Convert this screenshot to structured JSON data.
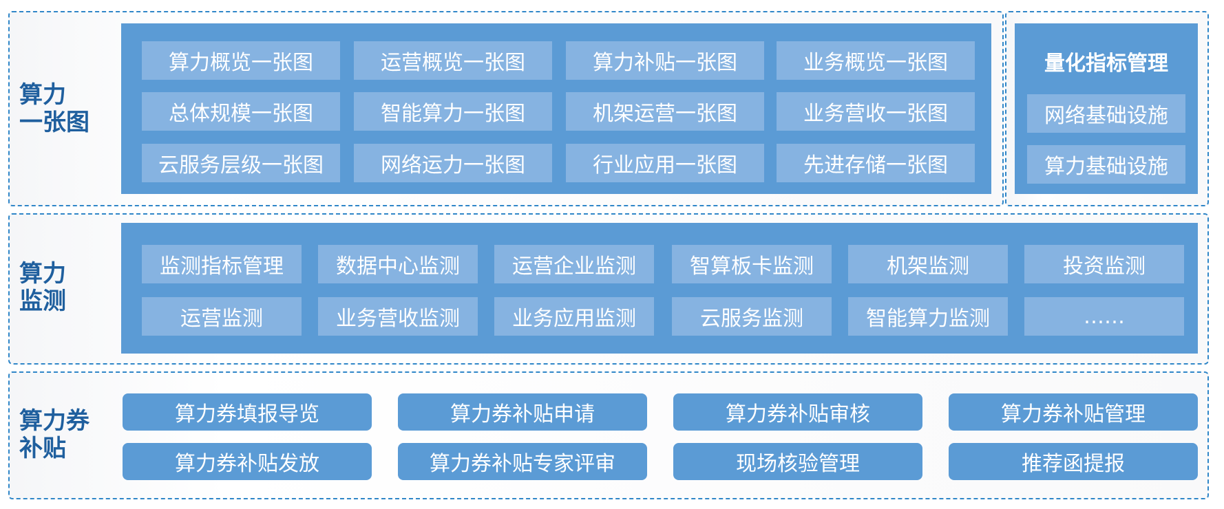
{
  "section1": {
    "title": "算力\n一张图",
    "grid": [
      [
        "算力概览一张图",
        "运营概览一张图",
        "算力补贴一张图",
        "业务概览一张图"
      ],
      [
        "总体规模一张图",
        "智能算力一张图",
        "机架运营一张图",
        "业务营收一张图"
      ],
      [
        "云服务层级一张图",
        "网络运力一张图",
        "行业应用一张图",
        "先进存储一张图"
      ]
    ],
    "side": {
      "title": "量化指标管理",
      "items": [
        "网络基础设施",
        "算力基础设施"
      ]
    }
  },
  "section2": {
    "title": "算力\n监测",
    "grid": [
      [
        "监测指标管理",
        "数据中心监测",
        "运营企业监测",
        "智算板卡监测",
        "机架监测",
        "投资监测"
      ],
      [
        "运营监测",
        "业务营收监测",
        "业务应用监测",
        "云服务监测",
        "智能算力监测",
        "……"
      ]
    ]
  },
  "section3": {
    "title": "算力券\n补贴",
    "grid": [
      [
        "算力券填报导览",
        "算力券补贴申请",
        "算力券补贴审核",
        "算力券补贴管理"
      ],
      [
        "算力券补贴发放",
        "算力券补贴专家评审",
        "现场核验管理",
        "推荐函提报"
      ]
    ]
  }
}
